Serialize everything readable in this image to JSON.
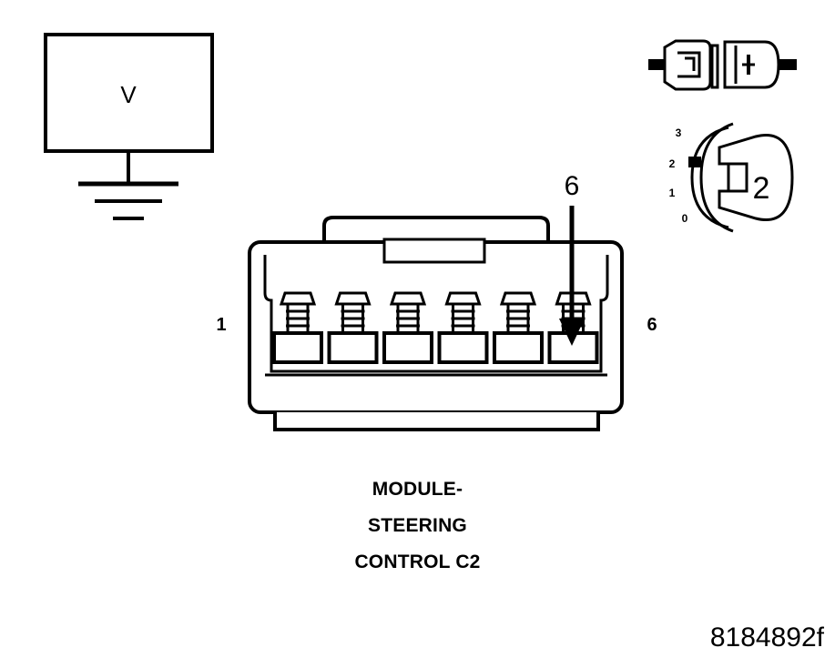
{
  "meter": {
    "symbol": "V"
  },
  "connector": {
    "pin_count": 6,
    "probed_pin": 6,
    "pin_label_left": "1",
    "pin_label_right": "6",
    "probe_label": "6"
  },
  "ignition": {
    "positions": [
      "3",
      "2",
      "1",
      "0"
    ],
    "selected_position": "2",
    "key_label": "2"
  },
  "caption": {
    "line1": "MODULE-",
    "line2": "STEERING",
    "line3": "CONTROL C2"
  },
  "figure_id": "8184892f"
}
